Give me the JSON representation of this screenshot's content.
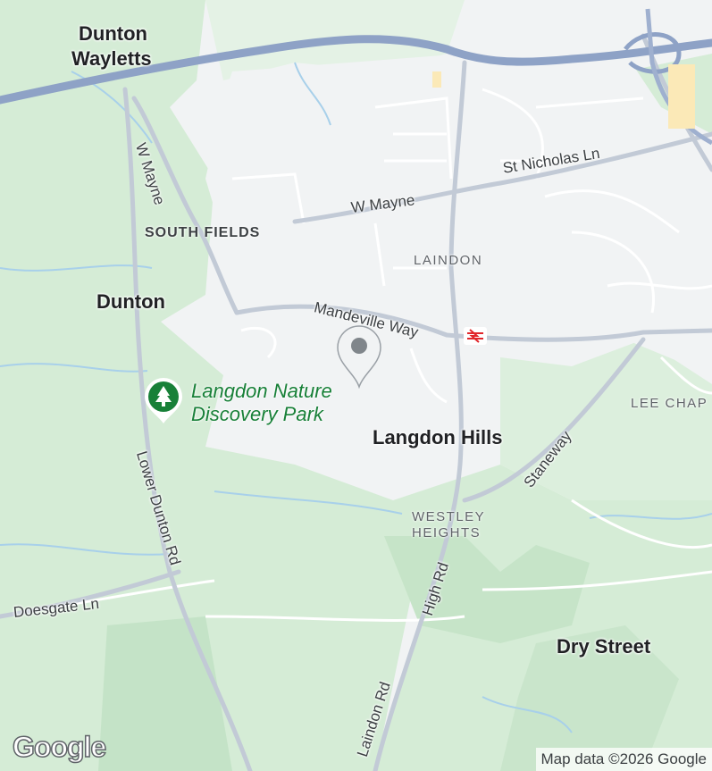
{
  "map": {
    "labels": {
      "dunton_wayletts_1": "Dunton",
      "dunton_wayletts_2": "Wayletts",
      "dunton": "Dunton",
      "south_fields": "SOUTH FIELDS",
      "laindon": "LAINDON",
      "langdon_hills": "Langdon Hills",
      "westley_heights_1": "WESTLEY",
      "westley_heights_2": "HEIGHTS",
      "lee_chapel": "LEE CHAP",
      "dry_street": "Dry Street",
      "park_1": "Langdon Nature",
      "park_2": "Discovery Park"
    },
    "roads": {
      "w_mayne_vertical": "W Mayne",
      "w_mayne": "W Mayne",
      "st_nicholas_ln": "St Nicholas Ln",
      "mandeville_way": "Mandeville Way",
      "staneway": "Staneway",
      "lower_dunton_rd": "Lower Dunton Rd",
      "doesgate_ln": "Doesgate Ln",
      "high_rd": "High Rd",
      "laindon_rd": "Laindon Rd"
    },
    "icons": {
      "park": "tree-icon",
      "station": "rail-station-icon",
      "marker": "location-pin-icon"
    },
    "colors": {
      "green": "#d3ecd6",
      "urban": "#f1f3f4",
      "highway": "#8ea2c6",
      "park_accent": "#188038"
    },
    "attribution": "Map data ©2026 Google",
    "logo": "Google"
  }
}
